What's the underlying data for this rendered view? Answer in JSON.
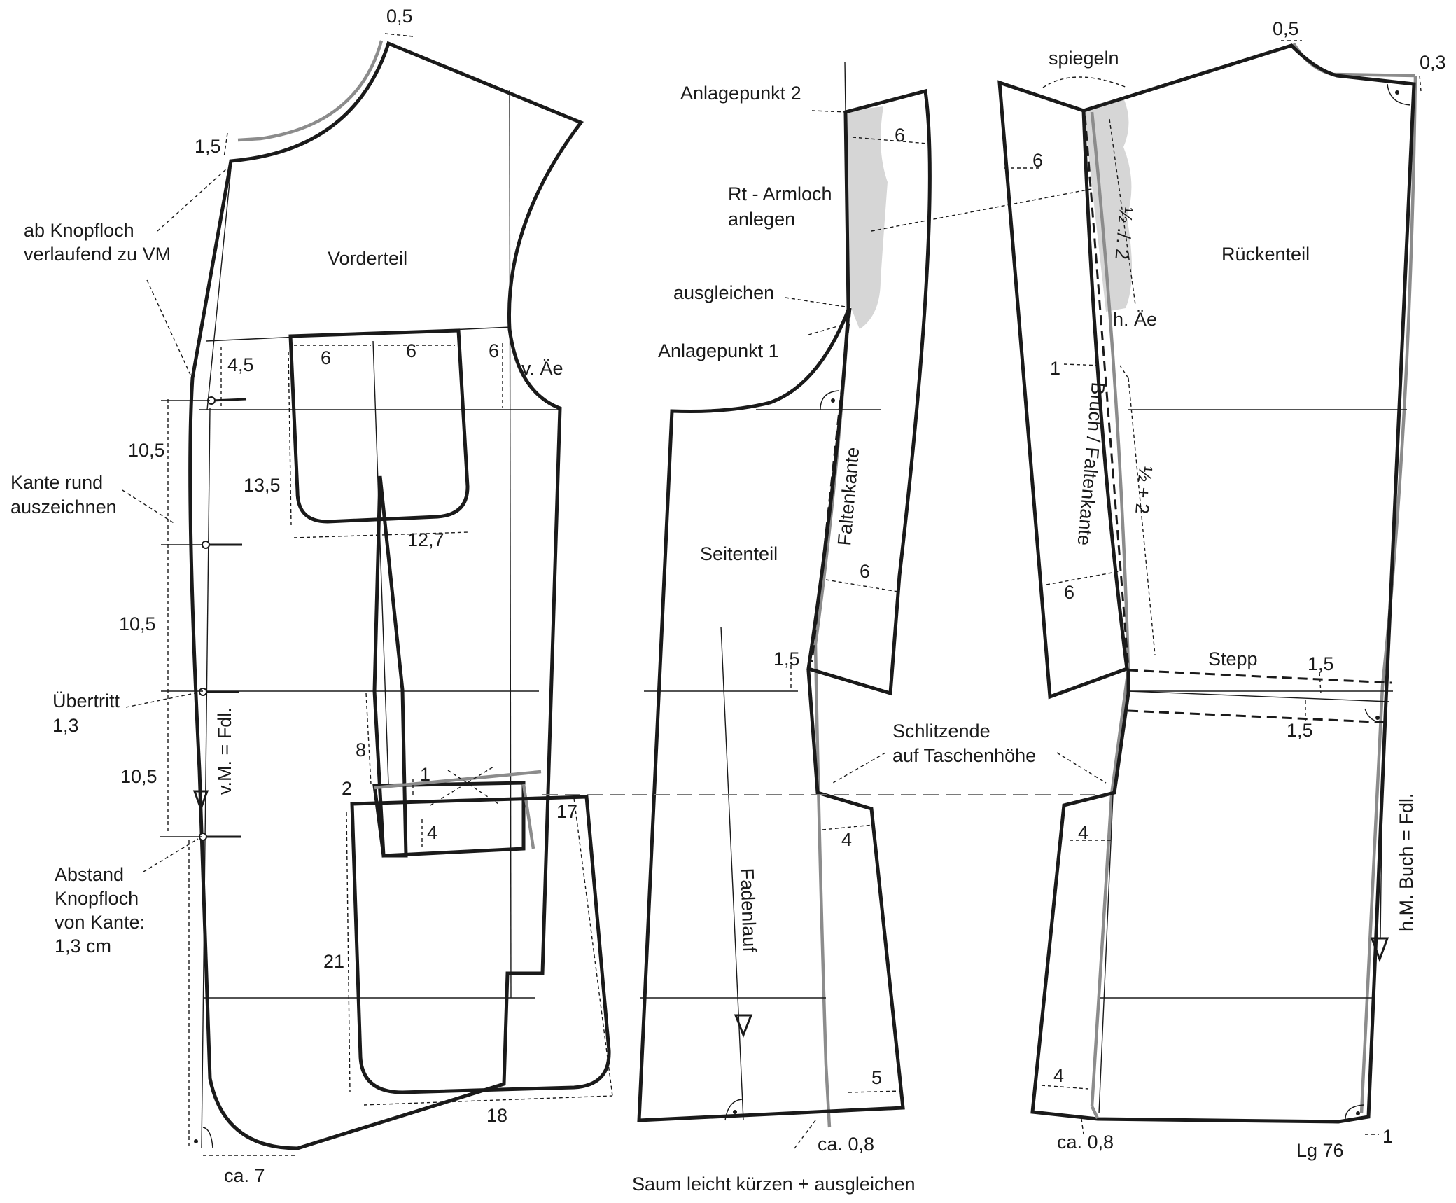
{
  "pieces": {
    "front": "Vorderteil",
    "side": "Seitenteil",
    "back": "Rückenteil"
  },
  "notes": {
    "knopfloch_1": "ab Knopfloch",
    "knopfloch_2": "verlaufend zu VM",
    "kante_1": "Kante rund",
    "kante_2": "auszeichnen",
    "uebertritt_1": "Übertritt",
    "uebertritt_2": "1,3",
    "abstand_1": "Abstand",
    "abstand_2": "Knopfloch",
    "abstand_3": "von Kante:",
    "abstand_4": "1,3 cm",
    "vm_fdl": "v.M. = Fdl.",
    "v_ae": "v. Äe",
    "anlage2": "Anlagepunkt 2",
    "armloch_1": "Rt - Armloch",
    "armloch_2": "anlegen",
    "ausgleichen": "ausgleichen",
    "anlage1": "Anlagepunkt 1",
    "faltenkante": "Faltenkante",
    "fadenlauf": "Fadenlauf",
    "schlitz_1": "Schlitzende",
    "schlitz_2": "auf Taschenhöhe",
    "saum": "Saum leicht kürzen + ausgleichen",
    "spiegeln": "spiegeln",
    "h_ae": "h. Äe",
    "bruch": "Bruch / Faltenkante",
    "half_minus_2": "½ ./. 2",
    "half_plus_2": "½ + 2",
    "stepp": "Stepp",
    "hm_buch": "h.M. Buch = Fdl.",
    "lg": "Lg 76"
  },
  "measurements": {
    "front_neck": "0,5",
    "front_shoulder": "1,5",
    "pocket_left": "6",
    "pocket_right": "6",
    "armhole_6": "6",
    "m_4_5": "4,5",
    "btn_gap_1": "10,5",
    "btn_gap_2": "10,5",
    "btn_gap_3": "10,5",
    "pocket_depth": "13,5",
    "pocket_width": "12,7",
    "dart_8": "8",
    "flap_2": "2",
    "flap_1": "1",
    "flap_4": "4",
    "lower_pocket_17": "17",
    "lower_pocket_21": "21",
    "lower_pocket_18": "18",
    "hem_ca7": "ca. 7",
    "side_6_top": "6",
    "side_6_mid": "6",
    "side_1_5": "1,5",
    "side_4": "4",
    "side_5": "5",
    "side_ca08": "ca. 0,8",
    "back_neck_05": "0,5",
    "back_03": "0,3",
    "back_6_top": "6",
    "back_1": "1",
    "back_6_mid": "6",
    "back_1_5_a": "1,5",
    "back_1_5_b": "1,5",
    "back_4_a": "4",
    "back_4_b": "4",
    "back_ca08": "ca. 0,8",
    "back_lg_1": "1"
  }
}
